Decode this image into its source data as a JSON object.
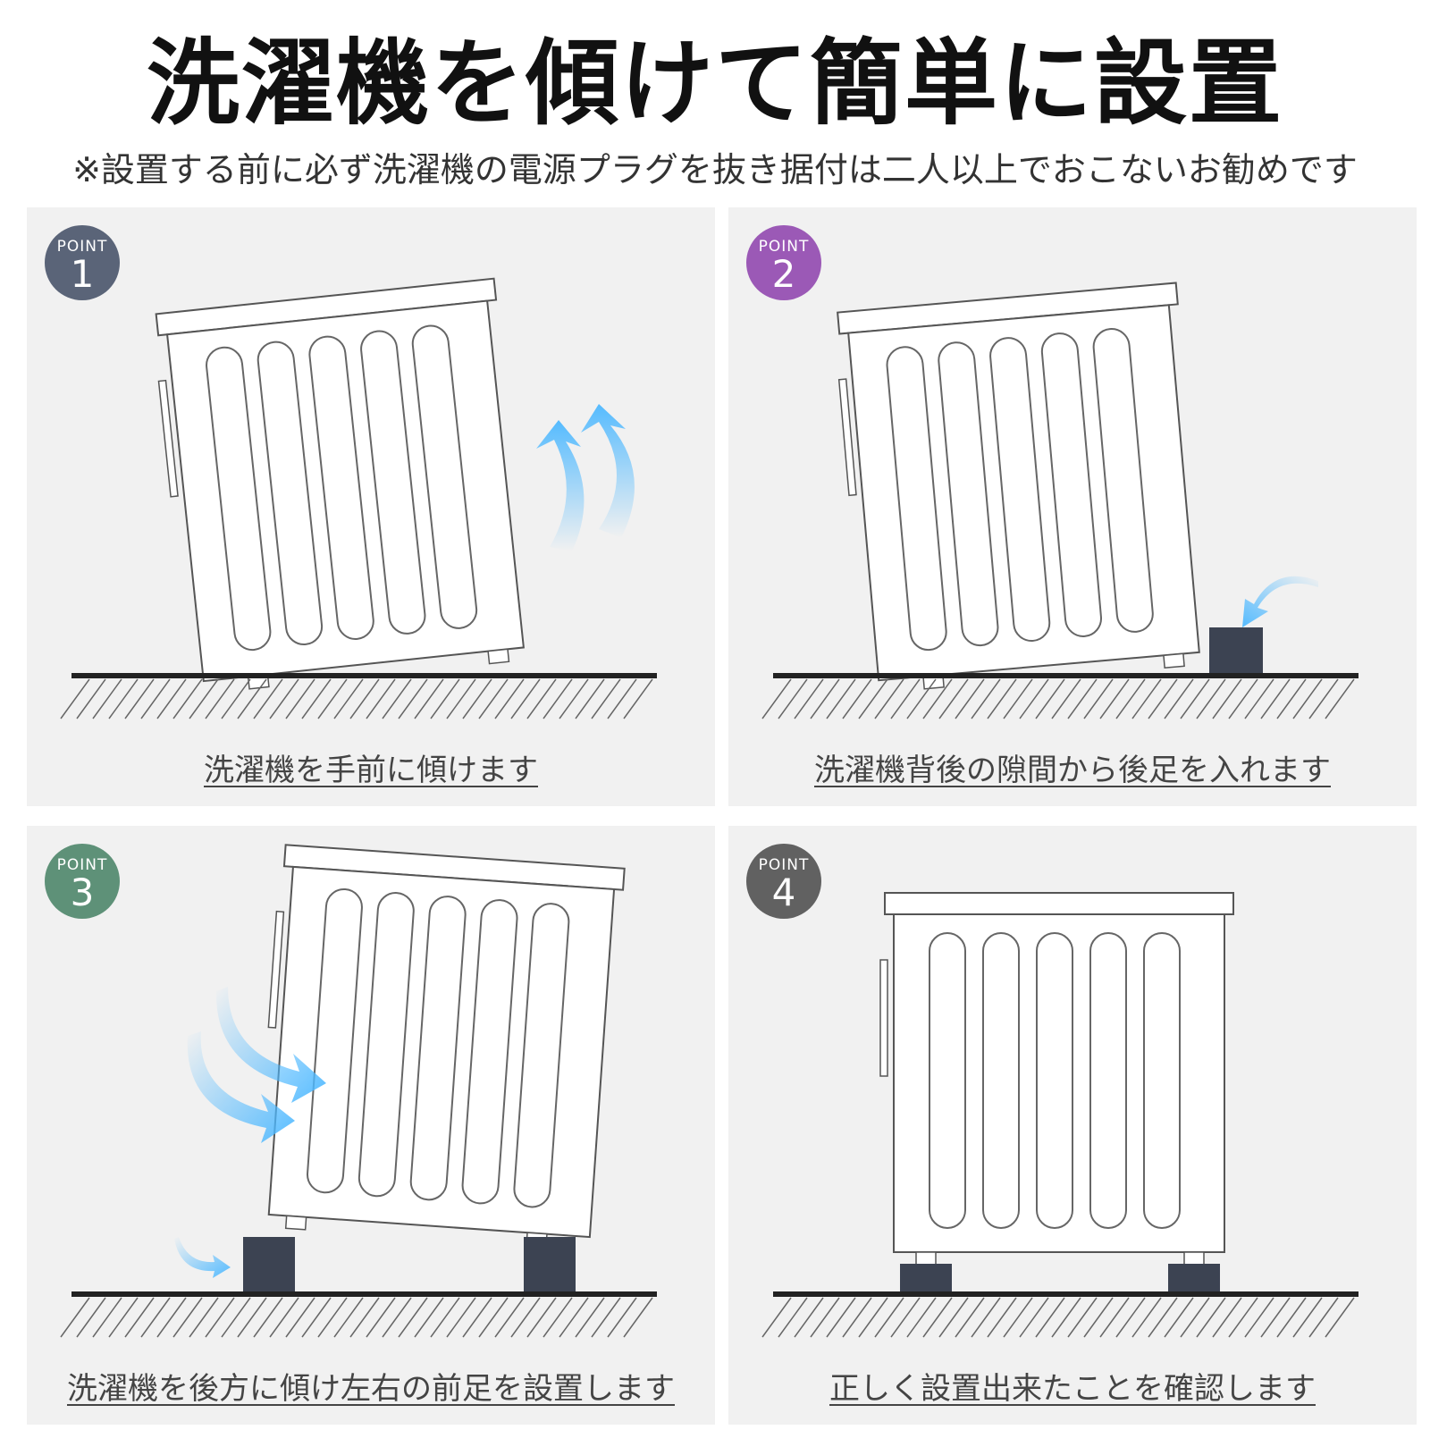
{
  "header": {
    "title": "洗濯機を傾けて簡単に設置",
    "note": "※設置する前に必ず洗濯機の電源プラグを抜き据付は二人以上でおこないお勧めです"
  },
  "steps": [
    {
      "point_label": "POINT",
      "number": "1",
      "color": "#5a6478",
      "caption": "洗濯機を手前に傾けます"
    },
    {
      "point_label": "POINT",
      "number": "2",
      "color": "#9b59b6",
      "caption": "洗濯機背後の隙間から後足を入れます"
    },
    {
      "point_label": "POINT",
      "number": "3",
      "color": "#5e9178",
      "caption": "洗濯機を後方に傾け左右の前足を設置します"
    },
    {
      "point_label": "POINT",
      "number": "4",
      "color": "#616161",
      "caption": "正しく設置出来たことを確認します"
    }
  ],
  "colors": {
    "arrow": "#4db8ff",
    "riser": "#3c4352",
    "floor": "#222222"
  }
}
